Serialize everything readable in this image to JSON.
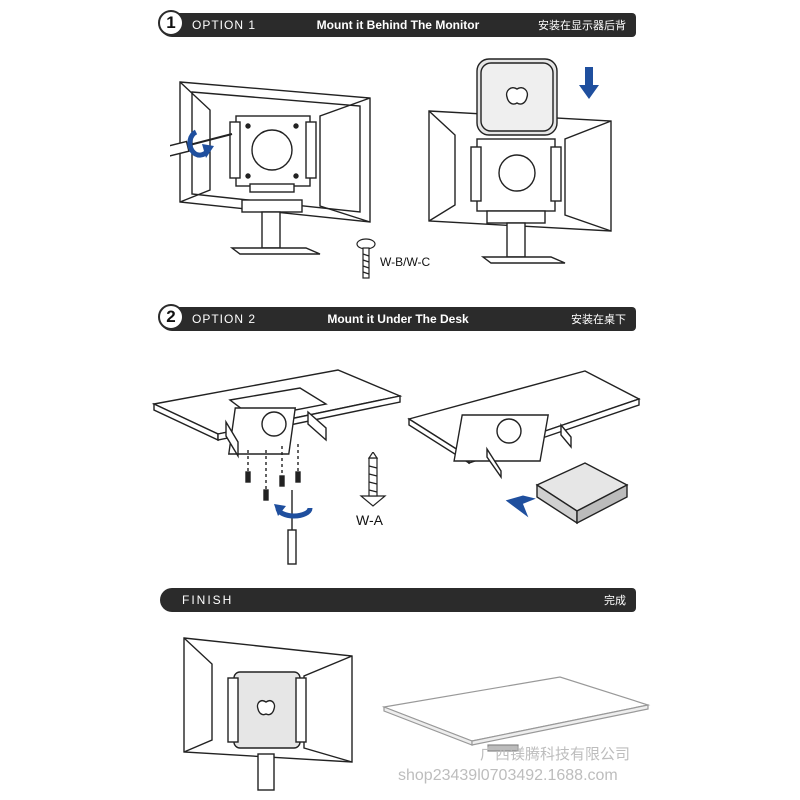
{
  "sections": [
    {
      "number": "1",
      "option": "OPTION 1",
      "title": "Mount it Behind The Monitor",
      "title_cn": "安装在显示器后背"
    },
    {
      "number": "2",
      "option": "OPTION 2",
      "title": "Mount it Under The Desk",
      "title_cn": "安装在桌下"
    },
    {
      "number": "",
      "option": "FINISH",
      "title": "",
      "title_cn": "完成"
    }
  ],
  "labels": {
    "screw_wb_wc": "W-B/W-C",
    "screw_wa": "W-A"
  },
  "watermark": {
    "company": "广西镁腾科技有限公司",
    "shop": "shop23439l0703492.1688.com"
  },
  "colors": {
    "bar": "#2b2b2b",
    "arrow": "#1f4f9e",
    "device": "#e6e6e6"
  }
}
